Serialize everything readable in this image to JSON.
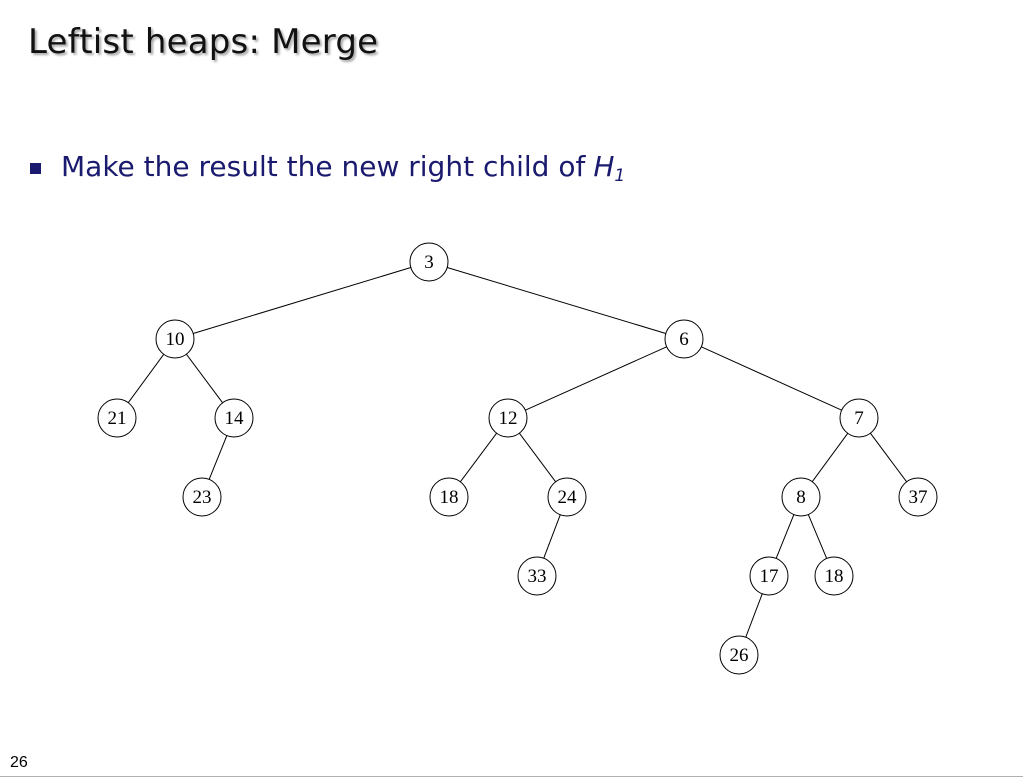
{
  "slide": {
    "title": "Leftist heaps: Merge",
    "bullet": {
      "text": "Make the result the new right child of",
      "variable": "H",
      "subscript": "1"
    },
    "page_number": "26"
  },
  "tree": {
    "nodes": [
      {
        "id": "n3",
        "label": "3"
      },
      {
        "id": "n10",
        "label": "10"
      },
      {
        "id": "n6",
        "label": "6"
      },
      {
        "id": "n21",
        "label": "21"
      },
      {
        "id": "n14",
        "label": "14"
      },
      {
        "id": "n23",
        "label": "23"
      },
      {
        "id": "n12",
        "label": "12"
      },
      {
        "id": "n7",
        "label": "7"
      },
      {
        "id": "n18a",
        "label": "18"
      },
      {
        "id": "n24",
        "label": "24"
      },
      {
        "id": "n33",
        "label": "33"
      },
      {
        "id": "n8",
        "label": "8"
      },
      {
        "id": "n37",
        "label": "37"
      },
      {
        "id": "n17",
        "label": "17"
      },
      {
        "id": "n18b",
        "label": "18"
      },
      {
        "id": "n26",
        "label": "26"
      }
    ],
    "edges": [
      [
        "n3",
        "n10"
      ],
      [
        "n3",
        "n6"
      ],
      [
        "n10",
        "n21"
      ],
      [
        "n10",
        "n14"
      ],
      [
        "n14",
        "n23"
      ],
      [
        "n6",
        "n12"
      ],
      [
        "n6",
        "n7"
      ],
      [
        "n12",
        "n18a"
      ],
      [
        "n12",
        "n24"
      ],
      [
        "n24",
        "n33"
      ],
      [
        "n7",
        "n8"
      ],
      [
        "n7",
        "n37"
      ],
      [
        "n8",
        "n17"
      ],
      [
        "n8",
        "n18b"
      ],
      [
        "n17",
        "n26"
      ]
    ]
  }
}
